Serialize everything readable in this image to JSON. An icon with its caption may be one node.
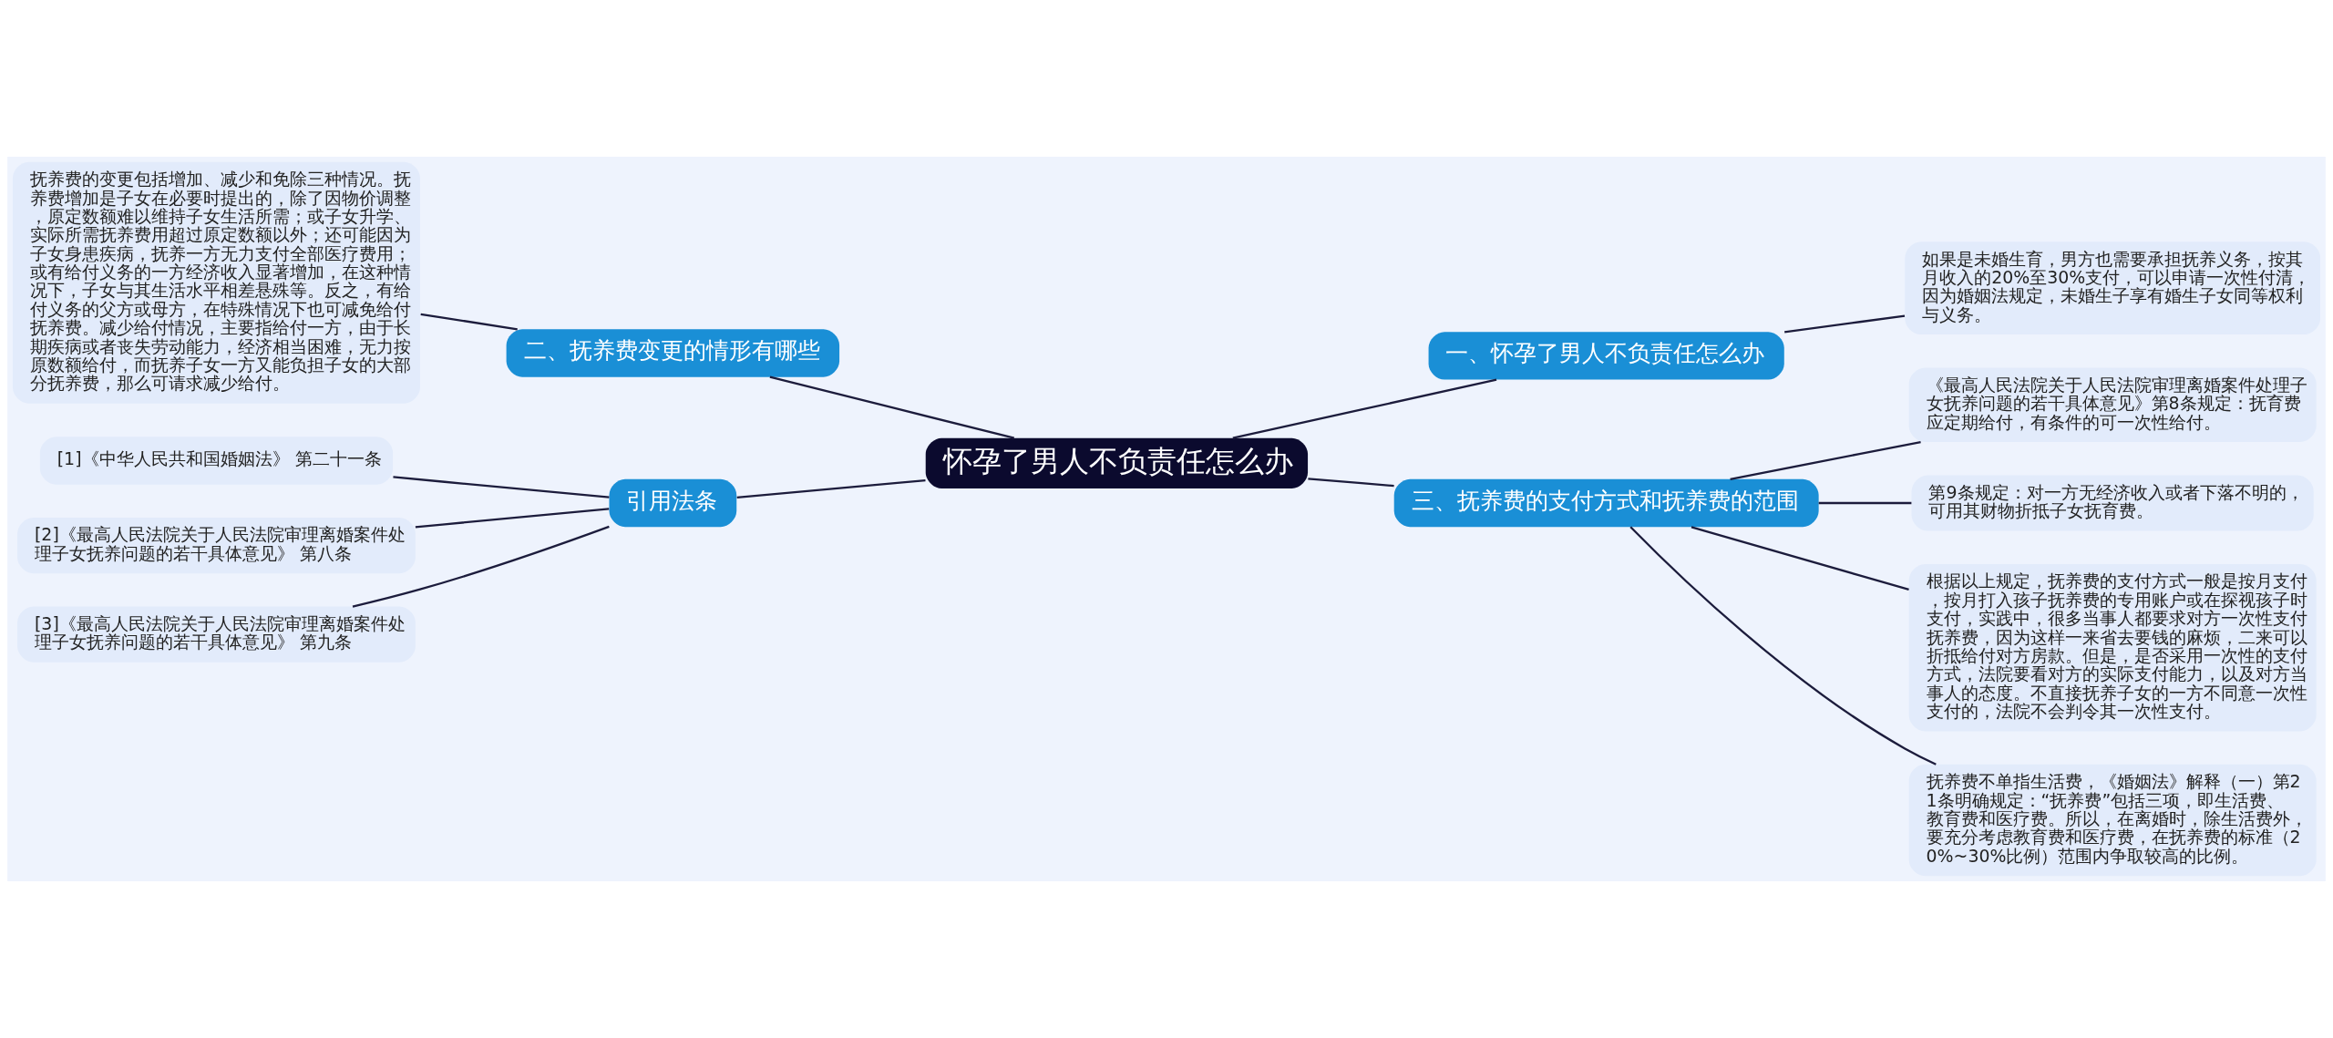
{
  "diagram": {
    "nodes": [
      {
        "text": [
          "怀孕了男人不负责任怎么办"
        ]
      },
      {
        "text": [
          "一、怀孕了男人不负责任怎么办"
        ]
      },
      {
        "text": [
          "如果是未婚生育，男方也需要承担抚养义务，按其月收入的20%至30%支付，可以申请一次性付清，因为婚姻法规定，未婚生子享有婚生子女同等权利与义务。"
        ]
      },
      {
        "text": [
          "二、抚养费变更的情形有哪些"
        ]
      },
      {
        "text": [
          "抚养费的变更包括增加、减少和免除三种情况。抚养费增加是子女在必要时提出的，除了因物价调整，原定数额难以维持子女生活所需；或子女升学、实际所需抚养费用超过原定数额以外；还可能因为子女身患疾病，抚养一方无力支付全部医疗费用；或有给付义务的一方经济收入显著增加，在这种情况下，子女与其生活水平相差悬殊等。反之，有给付义务的父方或母方，在特殊情况下也可减免给付抚养费。减少给付情况，主要指给付一方，由于长期疾病或者丧失劳动能力，经济相当困难，无力按原数额给付，而抚养子女一方又能负担子女的大部分抚养费，那么可请求减少给付。"
        ]
      },
      {
        "text": [
          "三、抚养费的支付方式和抚养费的范围"
        ]
      },
      {
        "text": [
          "《最高人民法院关于人民法院审理离婚案件处理子女抚养问题的若干具体意见》第8条规定：抚育费应定期给付，有条件的可一次性给付。"
        ]
      },
      {
        "text": [
          "第9条规定：对一方无经济收入或者下落不明的，可用其财物折抵子女抚育费。"
        ]
      },
      {
        "text": [
          "根据以上规定，抚养费的支付方式一般是按月支付，按月打入孩子抚养费的专用账户或在探视孩子时支付，实践中，很多当事人都要求对方一次性支付抚养费，因为这样一来省去要钱的麻烦，二来可以折抵给付对方房款。但是，是否采用一次性的支付方式，法院要看对方的实际支付能力，以及对方当事人的态度。不直接抚养子女的一方不同意一次性支付的，法院不会判令其一次性支付。"
        ]
      },
      {
        "text": [
          "抚养费不单指生活费，《婚姻法》解释（一）第21条明确规定：“抚养费”包括三项，即生活费、教育费和医疗费。所以，在离婚时，除生活费外，要充分考虑教育费和医疗费，在抚养费的标准（20%~30%比例）范围内争取较高的比例。"
        ]
      },
      {
        "text": [
          "引用法条"
        ]
      },
      {
        "text": [
          "[1]《中华人民共和国婚姻法》 第二十一条"
        ]
      },
      {
        "text": [
          "[2]《最高人民法院关于人民法院审理离婚案件处理子女抚养问题的若干具体意见》 第八条"
        ]
      },
      {
        "text": [
          "[3]《最高人民法院关于人民法院审理离婚案件处理子女抚养问题的若干具体意见》 第九条"
        ]
      }
    ],
    "edges": [
      {
        "from": 0,
        "to": 1,
        "arrow": "none"
      },
      {
        "from": 1,
        "to": 2,
        "arrow": "none"
      },
      {
        "from": 0,
        "to": 3,
        "arrow": "none"
      },
      {
        "from": 3,
        "to": 4,
        "arrow": "none"
      },
      {
        "from": 0,
        "to": 5,
        "arrow": "none"
      },
      {
        "from": 5,
        "to": 6,
        "arrow": "none"
      },
      {
        "from": 5,
        "to": 7,
        "arrow": "none"
      },
      {
        "from": 5,
        "to": 8,
        "arrow": "none"
      },
      {
        "from": 5,
        "to": 9,
        "arrow": "none"
      },
      {
        "from": 0,
        "to": 10,
        "arrow": "none"
      },
      {
        "from": 10,
        "to": 11,
        "arrow": "none"
      },
      {
        "from": 10,
        "to": 12,
        "arrow": "none"
      },
      {
        "from": 10,
        "to": 13,
        "arrow": "none"
      }
    ]
  }
}
